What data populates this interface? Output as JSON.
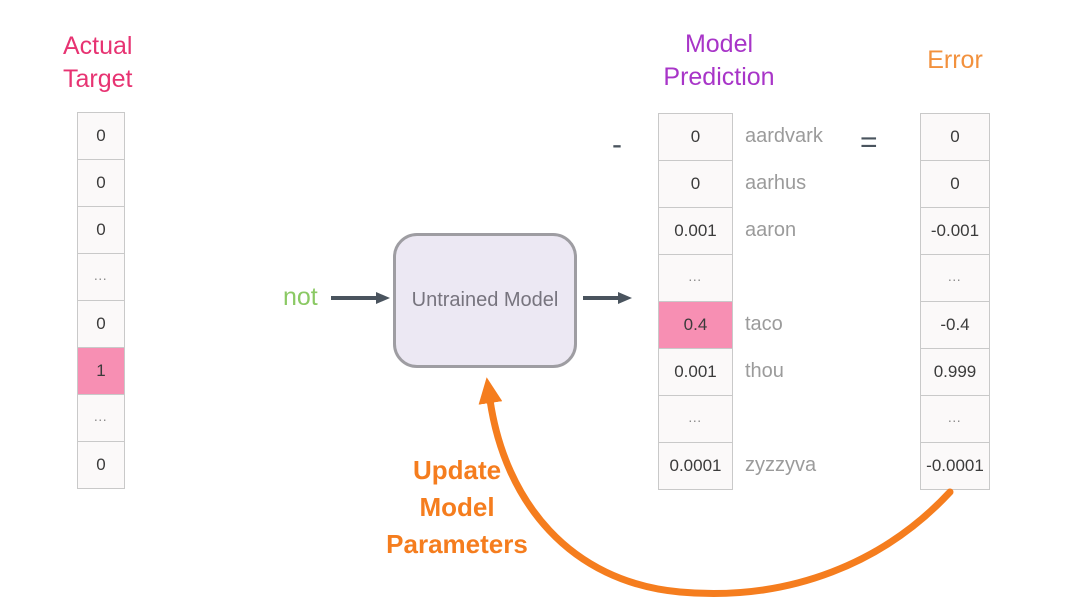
{
  "labels": {
    "actual_target": "Actual\nTarget",
    "model_prediction": "Model\nPrediction",
    "error": "Error",
    "input_word": "not",
    "model_box": "Untrained Model",
    "minus": "-",
    "equals": "=",
    "update_note": "Update\nModel\nParameters"
  },
  "vectors": {
    "target": {
      "values": [
        "0",
        "0",
        "0",
        "…",
        "0",
        "1",
        "…",
        "0"
      ],
      "highlight_index": 5
    },
    "prediction": {
      "values": [
        "0",
        "0",
        "0.001",
        "…",
        "0.4",
        "0.001",
        "…",
        "0.0001"
      ],
      "highlight_index": 4
    },
    "prediction_words": {
      "values": [
        "aardvark",
        "aarhus",
        "aaron",
        "",
        "taco",
        "thou",
        "",
        "zyzzyva"
      ]
    },
    "error": {
      "values": [
        "0",
        "0",
        "-0.001",
        "…",
        "-0.4",
        "0.999",
        "…",
        "-0.0001"
      ]
    }
  },
  "colors": {
    "target-pink": "#e73372",
    "highlight-pink": "#f78fb3",
    "prediction-purple": "#a835c8",
    "error-orange": "#f2913d",
    "update-orange": "#f57d1e",
    "input-green": "#8bc964",
    "arrow-dark": "#4a545e"
  }
}
